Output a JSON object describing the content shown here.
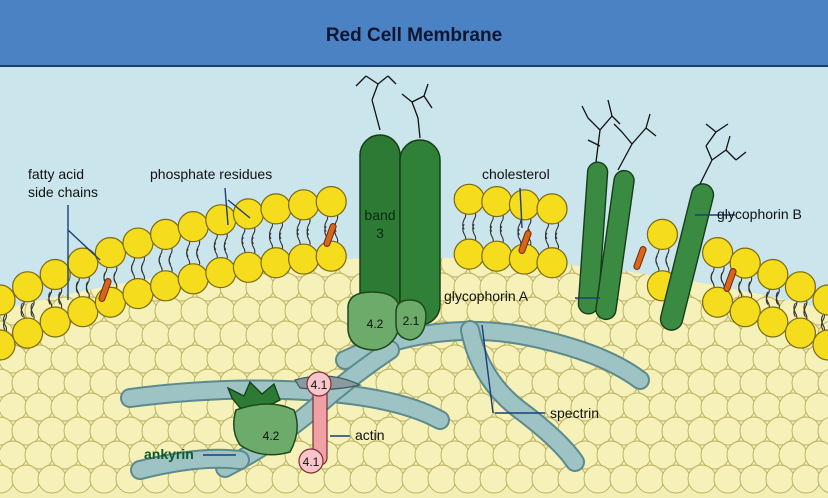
{
  "title": "Red Cell Membrane",
  "labels": {
    "fatty_acid_line1": "fatty acid",
    "fatty_acid_line2": "side chains",
    "phosphate": "phosphate residues",
    "cholesterol": "cholesterol",
    "band3_line1": "band",
    "band3_line2": "3",
    "glycophorin_b": "glycophorin B",
    "glycophorin_a": "glycophorin A",
    "protein_4_2_top": "4.2",
    "protein_2_1": "2.1",
    "protein_4_1_top": "4.1",
    "protein_4_2_bottom": "4.2",
    "protein_4_1_bottom": "4.1",
    "actin": "actin",
    "spectrin": "spectrin",
    "ankyrin": "ankyrin"
  },
  "colors": {
    "title_band": "#4a82c4",
    "background": "#cbe5ec",
    "lipid_head": "#f5dc1c",
    "lipid_head_stroke": "#7a6a10",
    "cytoplasm": "#f3efb4",
    "protein_dark": "#2c7a34",
    "protein_light": "#6cab6a",
    "spectrin": "#9dc3c5",
    "actin": "#f1a0a6",
    "cholesterol": "#d9641c",
    "leader_line": "#1a3f7a"
  }
}
